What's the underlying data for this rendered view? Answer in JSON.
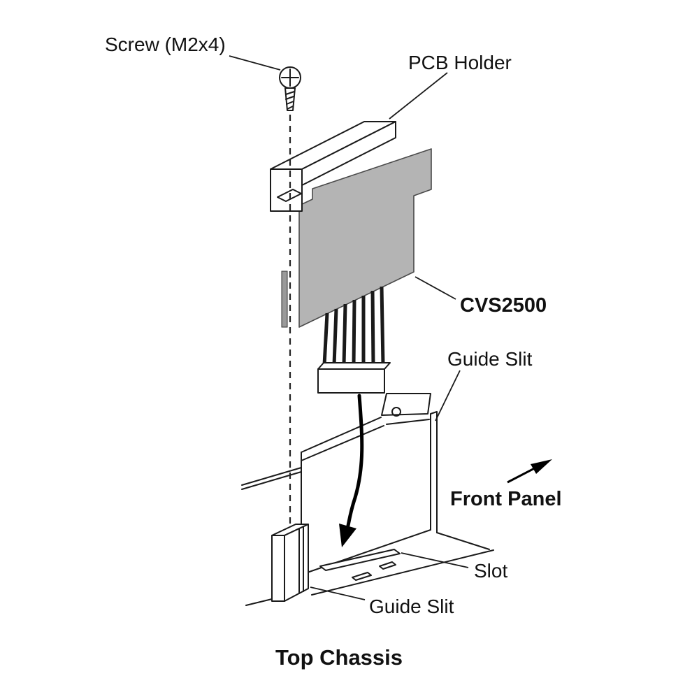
{
  "diagram": {
    "type": "exploded-assembly-diagram",
    "title": "Top Chassis",
    "labels": {
      "screw": "Screw (M2x4)",
      "pcb_holder": "PCB Holder",
      "board": "CVS2500",
      "guide_slit_top": "Guide Slit",
      "front_panel": "Front Panel",
      "slot": "Slot",
      "guide_slit_bottom": "Guide Slit",
      "top_chassis": "Top Chassis"
    },
    "colors": {
      "line": "#1a1a1a",
      "pcb_fill": "#b4b4b4",
      "arrow": "#000000",
      "background": "#ffffff"
    }
  }
}
